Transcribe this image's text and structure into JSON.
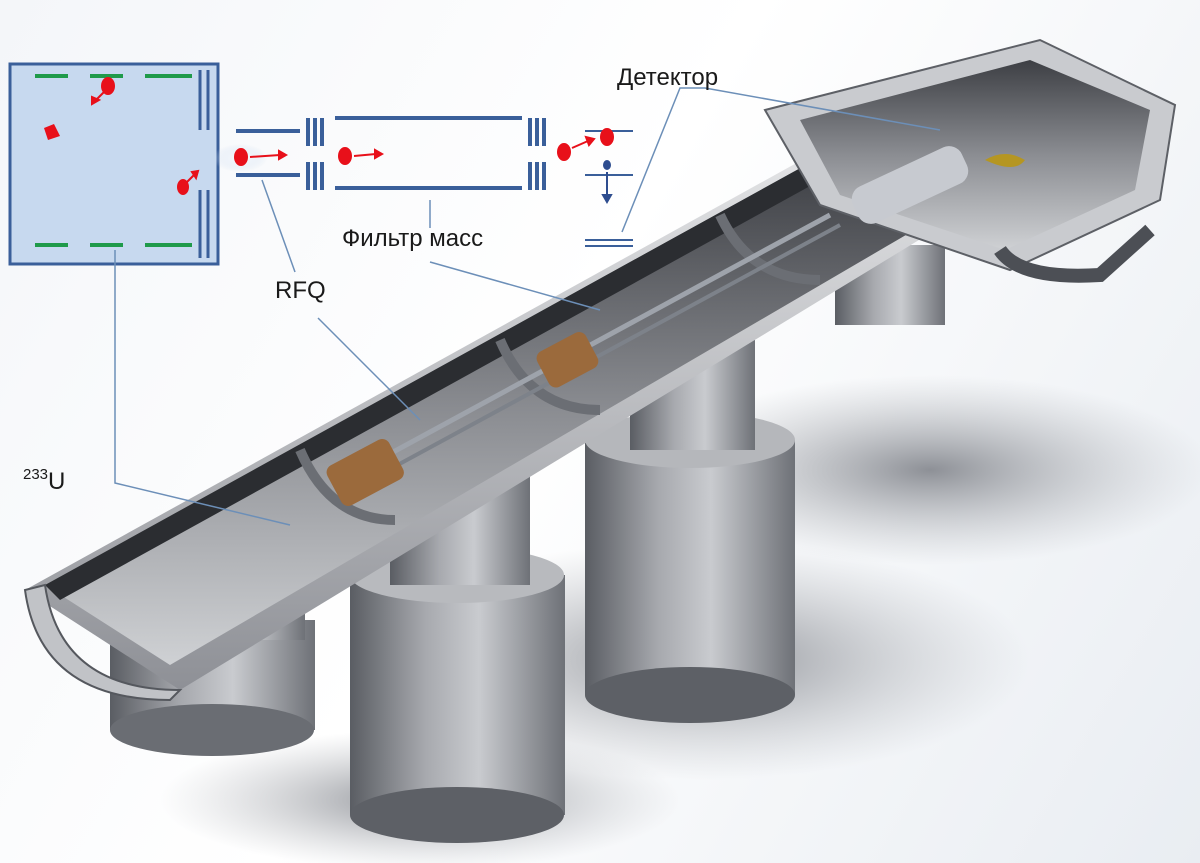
{
  "labels": {
    "detector": "Детектор",
    "mass_filter": "Фильтр масс",
    "rfq": "RFQ",
    "source_mass_number": "233",
    "source_element": "U"
  },
  "colors": {
    "ion": "#e8101a",
    "neutral": "#2e4d8f",
    "electrode_green": "#1f9a4a",
    "electrode_blue": "#3a5f9a",
    "source_fill": "#c7d9ef",
    "metal_light": "#d2d4d8",
    "metal_mid": "#9a9ca1",
    "metal_dark": "#5d6066",
    "copper": "#9b6a3c",
    "leader_line": "#6c8fb8"
  }
}
